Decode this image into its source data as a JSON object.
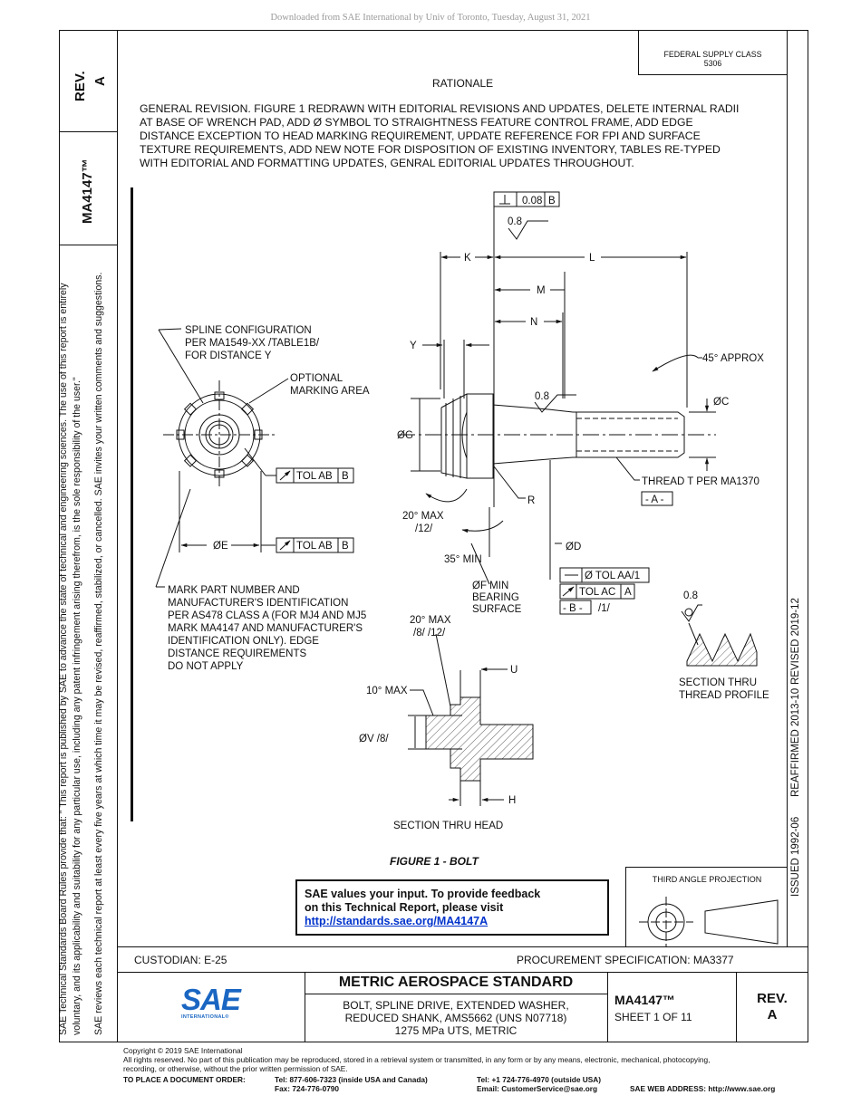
{
  "header": {
    "downloaded": "Downloaded from SAE International by Univ of Toronto, Tuesday, August 31, 2021"
  },
  "side": {
    "rev_label": "REV.",
    "rev_value": "A",
    "doc_number": "MA4147™",
    "note_line1": "SAE Technical Standards Board Rules provide that: \"  This report is published by SAE to advance the state of technical and engineering sciences. The use of this report is entirely",
    "note_line2": "voluntary, and its applicability and suitability for any particular use, including any patent infringement arising therefrom, is the sole responsibility of the user.\"",
    "note_line3": "SAE reviews each technical report at least every five years at which time it may be revised, reaffirmed, stabilized, or cancelled. SAE invites your written comments and suggestions."
  },
  "history": {
    "issued": "ISSUED 1992-06",
    "reaffirmed": "REAFFIRMED 2013-10",
    "revised": "REVISED 2019-12"
  },
  "supply": {
    "label": "FEDERAL SUPPLY CLASS",
    "value": "5306"
  },
  "rationale": {
    "heading": "RATIONALE",
    "lines": [
      "GENERAL REVISION. FIGURE 1 REDRAWN WITH EDITORIAL REVISIONS AND UPDATES, DELETE INTERNAL RADII",
      "AT BASE OF WRENCH PAD, ADD Ø SYMBOL TO STRAIGHTNESS FEATURE CONTROL FRAME, ADD EDGE",
      "DISTANCE EXCEPTION TO HEAD MARKING REQUIREMENT, UPDATE REFERENCE FOR FPI AND SURFACE",
      "TEXTURE REQUIREMENTS, ADD NEW NOTE FOR DISPOSITION OF EXISTING INVENTORY, TABLES RE-TYPED",
      "WITH EDITORIAL AND FORMATTING UPDATES, GENRAL EDITORIAL UPDATES THROUGHOUT."
    ]
  },
  "figure": {
    "caption": "FIGURE 1 - BOLT",
    "perp_value": "0.08",
    "perp_datum": "B",
    "surface_08": "0.8",
    "dims": {
      "K": "K",
      "L": "L",
      "M": "M",
      "N": "N",
      "Y": "Y",
      "G": "ØG",
      "C": "ØC",
      "R": "R",
      "D": "ØD",
      "E": "ØE",
      "U": "U",
      "H": "H"
    },
    "angle_45": "45° APPROX",
    "spline_note": [
      "SPLINE CONFIGURATION",
      "PER MA1549-XX /TABLE1B/",
      "FOR DISTANCE Y"
    ],
    "marking_area": [
      "OPTIONAL",
      "MARKING AREA"
    ],
    "tol_ab": "TOL AB",
    "datum_b": "B",
    "thread_note": "THREAD T PER MA1370",
    "datum_a": "- A -",
    "max20_12": [
      "20° MAX",
      "/12/"
    ],
    "min35": "35° MIN",
    "bearing": [
      "ØF MIN",
      "BEARING",
      "SURFACE"
    ],
    "tol_aa": "Ø TOL AA/1",
    "tol_ac": "TOL AC",
    "datum_a_short": "A",
    "datum_b_frame": "- B -",
    "note1": "/1/",
    "mark_note": [
      "MARK PART NUMBER AND",
      "MANUFACTURER'S IDENTIFICATION",
      "PER AS478 CLASS A (FOR MJ4 AND MJ5",
      "MARK MA4147 AND MANUFACTURER'S",
      "IDENTIFICATION ONLY). EDGE",
      "DISTANCE REQUIREMENTS",
      "DO NOT APPLY"
    ],
    "max20_8_12": [
      "20° MAX",
      "/8/ /12/"
    ],
    "max10": "10° MAX",
    "v8": "ØV /8/",
    "section_head": "SECTION THRU HEAD",
    "section_thread": [
      "SECTION THRU",
      "THREAD PROFILE"
    ]
  },
  "feedback": {
    "line1": "SAE values your input. To provide feedback",
    "line2": "on this Technical Report, please visit",
    "link": "http://standards.sae.org/MA4147A"
  },
  "projection": {
    "label": "THIRD ANGLE PROJECTION"
  },
  "title_block": {
    "custodian": "CUSTODIAN: E-25",
    "procurement": "PROCUREMENT SPECIFICATION: MA3377",
    "standard": "METRIC AEROSPACE STANDARD",
    "desc": [
      "BOLT, SPLINE DRIVE, EXTENDED WASHER,",
      "REDUCED SHANK, AMS5662 (UNS N07718)",
      "1275 MPa UTS, METRIC"
    ],
    "doc_number": "MA4147™",
    "sheet": "SHEET 1 OF 11",
    "rev_label": "REV.",
    "rev_value": "A",
    "logo_text": "SAE",
    "logo_sub": "INTERNATIONAL®"
  },
  "footer": {
    "copyright": "Copyright © 2019 SAE International",
    "rights1": "All rights reserved. No part of this publication may be reproduced, stored in a retrieval system or transmitted, in any form or by any means, electronic, mechanical, photocopying,",
    "rights2": "recording, or otherwise, without the prior written permission of SAE.",
    "order_label": "TO PLACE A DOCUMENT ORDER:",
    "tel_us": "Tel: 877-606-7323 (inside USA and Canada)",
    "fax": "Fax: 724-776-0790",
    "tel_intl": "Tel: +1 724-776-4970 (outside USA)",
    "email": "Email: CustomerService@sae.org",
    "web": "SAE WEB ADDRESS: http://www.sae.org"
  }
}
